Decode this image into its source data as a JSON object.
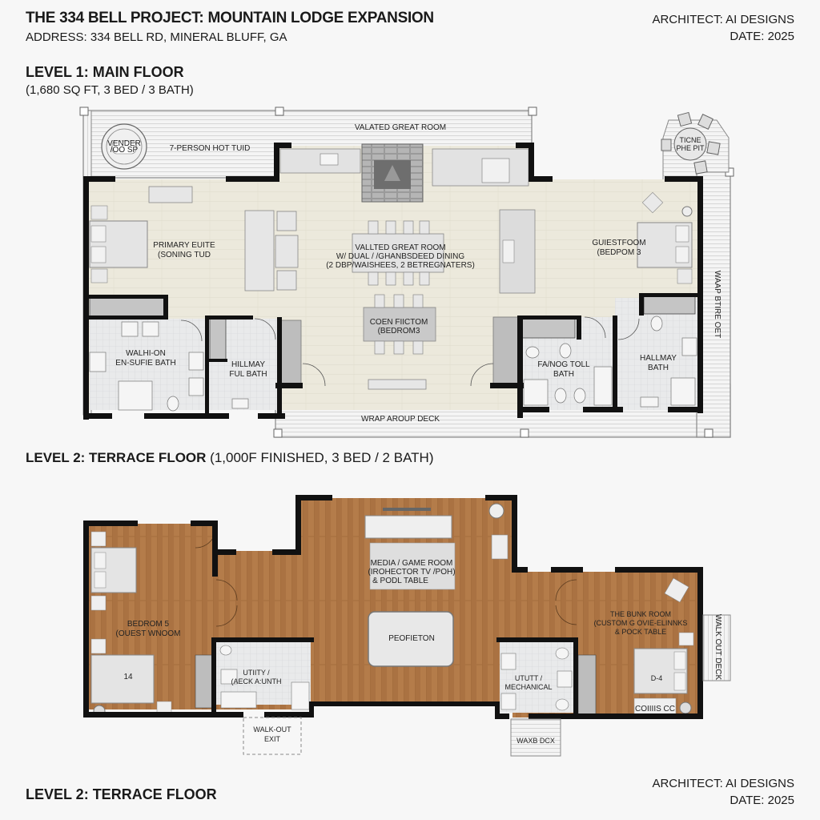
{
  "header": {
    "title": "THE 334 BELL PROJECT: MOUNTAIN LODGE EXPANSION",
    "address": "ADDRESS: 334 BELL RD, MINERAL BLUFF, GA",
    "architect": "ARCHITECT: AI DESIGNS",
    "date": "DATE: 2025"
  },
  "level1": {
    "title": "LEVEL 1: MAIN FLOOR",
    "subtitle": "(1,680 SQ FT, 3 BED / 3 BATH)",
    "labels": {
      "hot_tub_badge_1": "VENDER",
      "hot_tub_badge_2": "/OO SP",
      "hot_tub": "7-PERSON HOT TUID",
      "deck_top": "VALATED GREAT ROOM",
      "fire_pit_1": "TICNE",
      "fire_pit_2": "PHE PIT",
      "primary_suite_1": "PRIMARY EUITE",
      "primary_suite_2": "(SONING TUD",
      "great_room_1": "VALLTED GREAT ROOM",
      "great_room_2": "W/ DUAL / /GHANBSDEED DINING",
      "great_room_3": "(2 DBP/WAISHEES, 2 BETREGNATERS)",
      "guest_room_1": "GUIESTFOOM",
      "guest_room_2": "(BEDPOM 3",
      "dining_1": "COEN FIICTOM",
      "dining_2": "(BEDROM3",
      "ensuite_1": "WALHI-ON",
      "ensuite_2": "EN-SUFIE BATH",
      "hall_full_bath_1": "HILLMAY",
      "hall_full_bath_2": "FUL BATH",
      "jack_bath_1": "FA/NOG TOLL",
      "jack_bath_2": "BATH",
      "hallway_bath_1": "HALLMAY",
      "hallway_bath_2": "BATH",
      "wrap_deck_bottom": "WRAP AROUP DECK",
      "wrap_deck_side": "WAAP BTIRE OET"
    }
  },
  "level2": {
    "title": "LEVEL 2: TERRACE FLOOR",
    "subtitle": " (1,000F FINISHED, 3 BED / 2 BATH)",
    "footer_title": "LEVEL 2: TERRACE FLOOR",
    "labels": {
      "media_1": "MEDIA / GAME ROOM",
      "media_2": "(IROHECTOR TV /POH)",
      "media_3": "& PODL TABLE",
      "pool_table": "PEOFIETON",
      "bedroom5_1": "BEDROM 5",
      "bedroom5_2": "(OUEST WNOOM",
      "bed_tag_left": "14",
      "utility_left_1": "UTIITY /",
      "utility_left_2": "(AECK A:UNTH",
      "walkout_1": "WALK-OUT",
      "walkout_2": "EXIT",
      "bunk_1": "THE BUNK ROOM",
      "bunk_2": "(CUSTOM G OVIE-ELINNKS",
      "bunk_3": "& POCK TABLE",
      "bed_tag_right": "D-4",
      "bunk_console": "COIIIIS CC",
      "utility_right_1": "UTUTT /",
      "utility_right_2": "MECHANICAL",
      "waxb_deck": "WAXB DCX",
      "side_deck": "WALK OUT DECK"
    }
  },
  "footer": {
    "architect": "ARCHITECT: AI DESIGNS",
    "date": "DATE: 2025"
  },
  "colors": {
    "wall": "#111111",
    "main_floor": "#ece9dc",
    "tile": "#e6e7e8",
    "wood": "#b07a4a",
    "deck": "#f3f3f3"
  }
}
